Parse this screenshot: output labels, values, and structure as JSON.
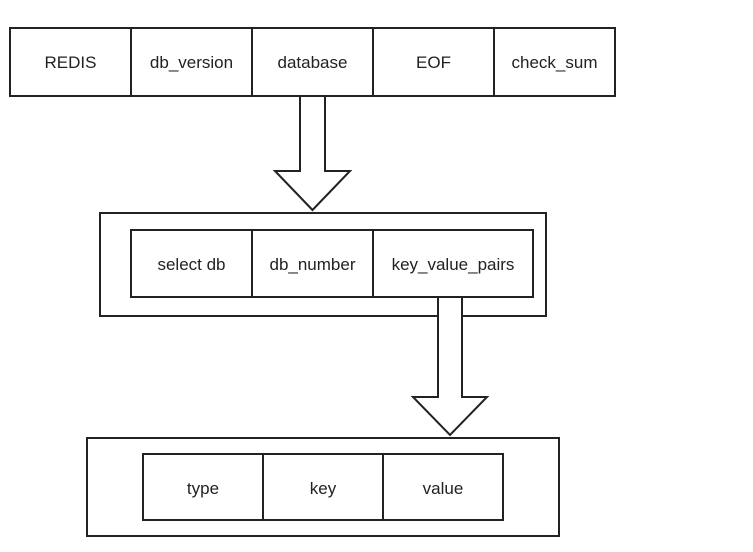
{
  "rdb_file": {
    "fields": [
      "REDIS",
      "db_version",
      "database",
      "EOF",
      "check_sum"
    ]
  },
  "database": {
    "fields": [
      "select db",
      "db_number",
      "key_value_pairs"
    ]
  },
  "key_value_pair": {
    "fields": [
      "type",
      "key",
      "value"
    ]
  }
}
